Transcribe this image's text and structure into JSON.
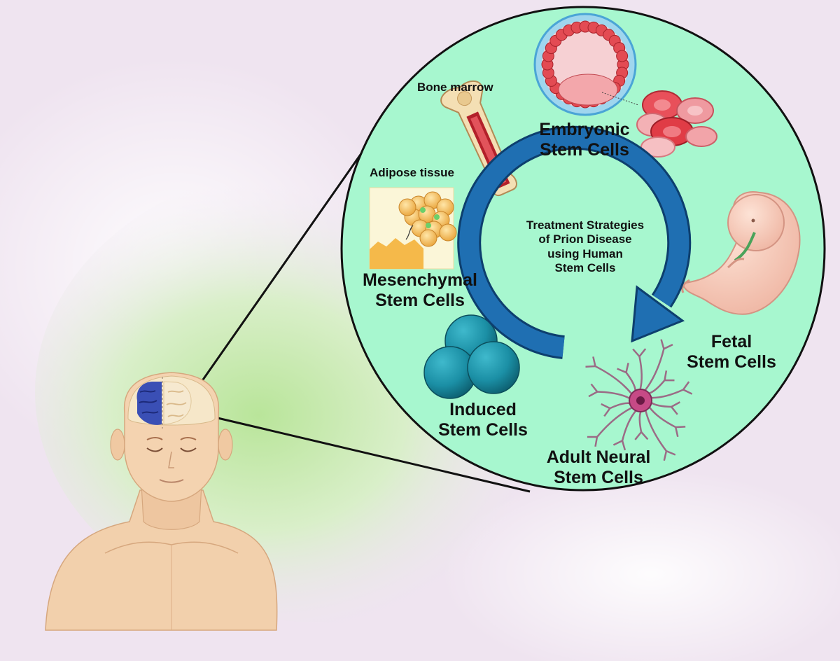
{
  "center": {
    "title": "Treatment Strategies of Prion Disease using Human Stem Cells",
    "lines": [
      "Treatment Strategies",
      "of Prion  Disease",
      "using Human",
      "Stem Cells"
    ]
  },
  "labels": {
    "embryonic": [
      "Embryonic",
      "Stem Cells"
    ],
    "fetal": [
      "Fetal",
      "Stem Cells"
    ],
    "adult_neural": [
      "Adult Neural",
      "Stem Cells"
    ],
    "induced": [
      "Induced",
      "Stem Cells"
    ],
    "mesenchymal": [
      "Mesenchymal",
      "Stem Cells"
    ],
    "bone_marrow": "Bone marrow",
    "adipose_tissue": "Adipose tissue"
  },
  "colors": {
    "circle_fill": "#a7f7cf",
    "circle_stroke": "#111111",
    "arrow": "#1f6fb2",
    "arrow_dark": "#0d3f6e",
    "induced_cells": "#1b8fa5",
    "embryo": "#f5c9b8",
    "blood": "#d9363e",
    "neuron": "#9b6b86",
    "skin": "#f3d2ae",
    "brain": "#3a4fb5"
  }
}
